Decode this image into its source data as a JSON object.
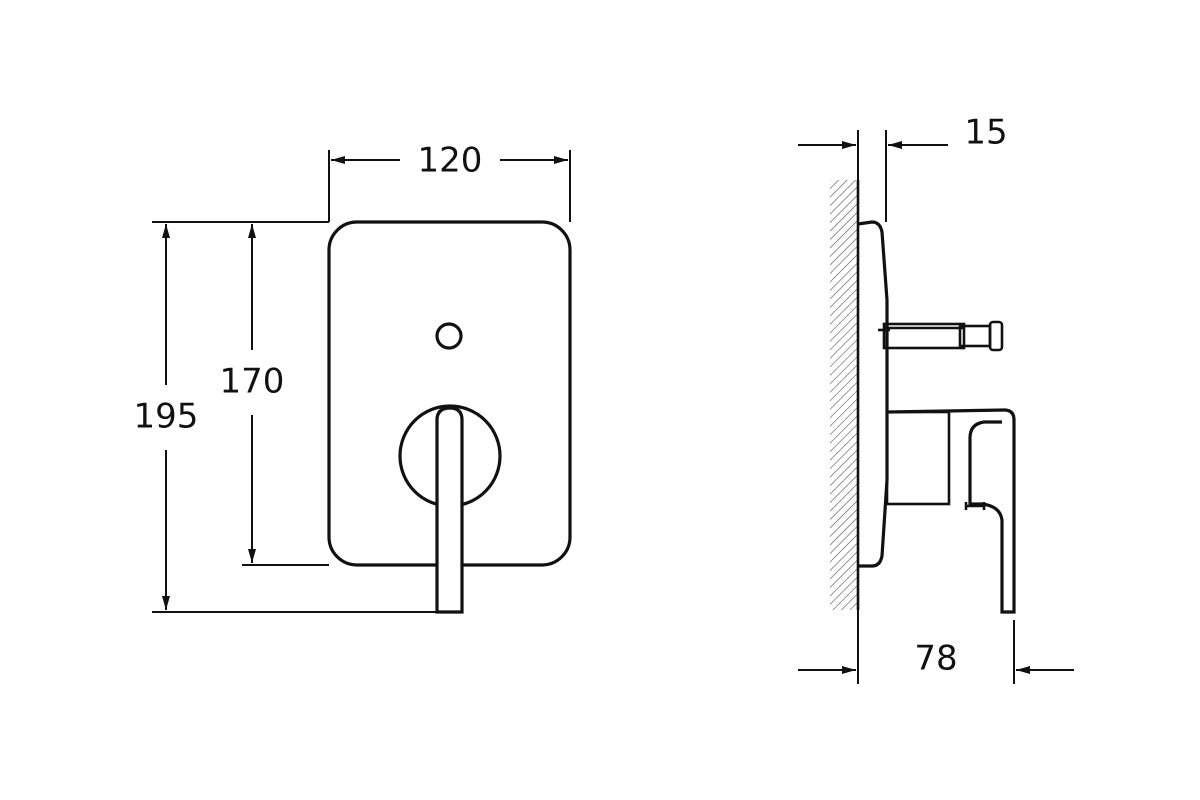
{
  "dimensions": {
    "width_front": "120",
    "height_plate": "170",
    "height_total": "195",
    "depth_plate": "15",
    "depth_total": "78"
  },
  "colors": {
    "line": "#111111",
    "background": "#ffffff"
  }
}
